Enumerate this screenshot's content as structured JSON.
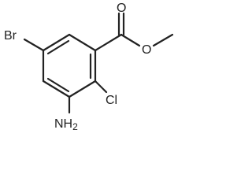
{
  "molecule": {
    "atoms": {
      "o_carbonyl": "O",
      "o_ester": "O",
      "bromine": "Br",
      "chlorine": "Cl",
      "amino": "NH",
      "amino_subscript": "2"
    }
  }
}
